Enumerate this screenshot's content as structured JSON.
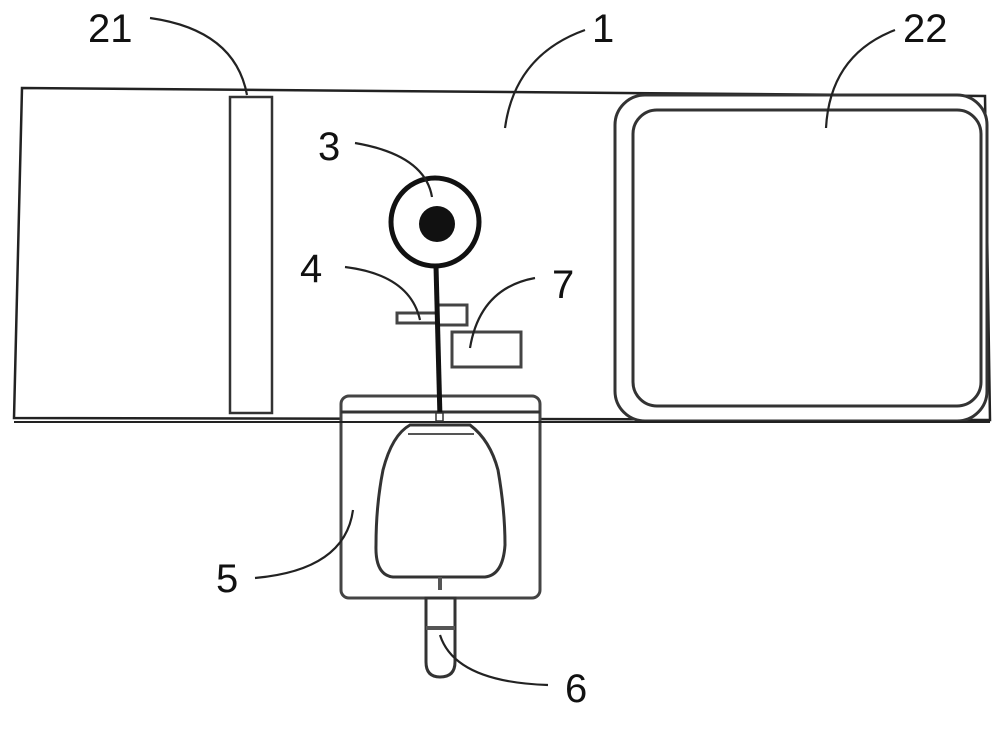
{
  "figure": {
    "labels": {
      "band": "1",
      "strip": "21",
      "panel": "22",
      "dial": "3",
      "clip": "4",
      "pouch": "5",
      "tube": "6",
      "module": "7"
    }
  }
}
